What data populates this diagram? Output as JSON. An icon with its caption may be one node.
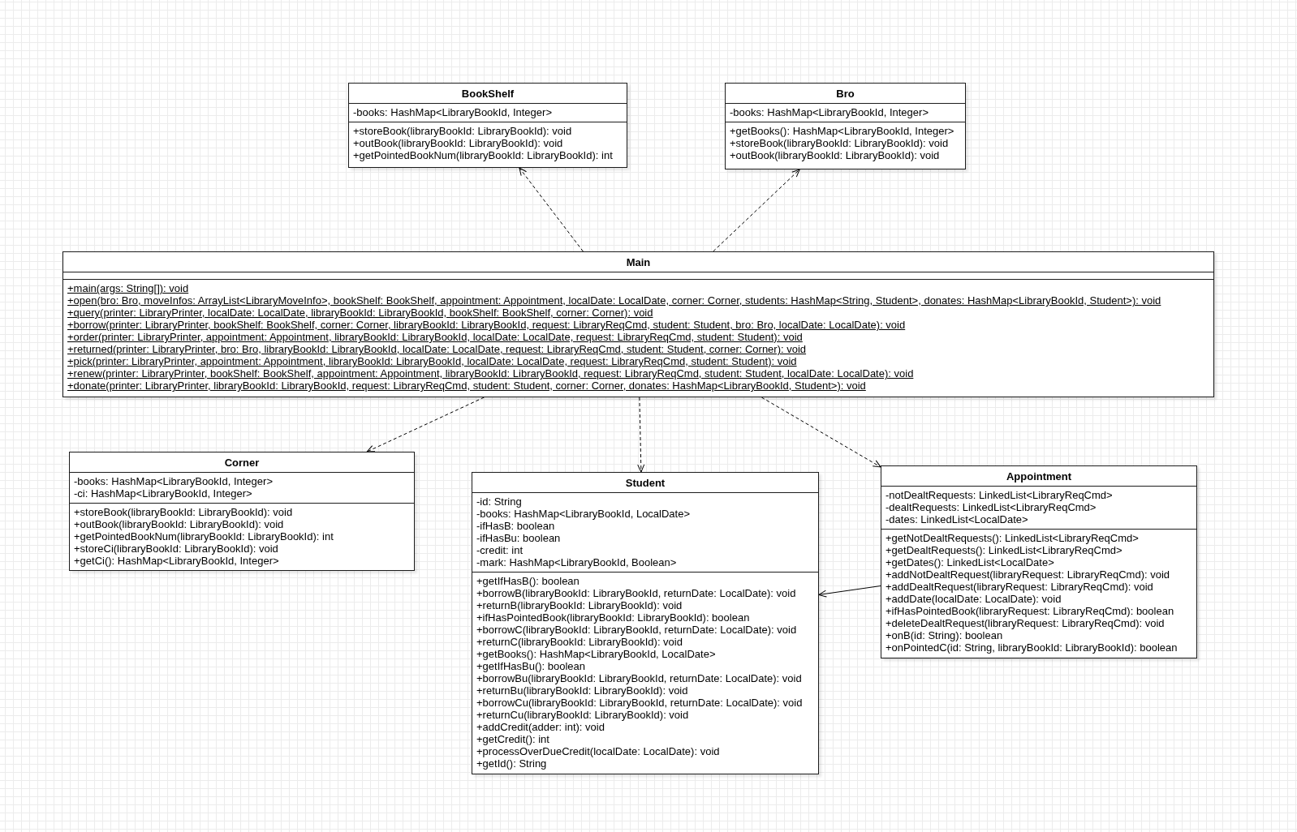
{
  "diagram": {
    "nodes": [
      {
        "text": [
          "BookShelf"
        ]
      },
      {
        "text": [
          "-books: HashMap<LibraryBookId, Integer>"
        ],
        "in": 0
      },
      {
        "text": [
          "+storeBook(libraryBookId: LibraryBookId): void",
          "+outBook(libraryBookId: LibraryBookId): void",
          "+getPointedBookNum(libraryBookId: LibraryBookId): int"
        ],
        "in": 0
      },
      {
        "text": [
          "Bro"
        ]
      },
      {
        "text": [
          "-books: HashMap<LibraryBookId, Integer>"
        ],
        "in": 3
      },
      {
        "text": [
          "+getBooks(): HashMap<LibraryBookId, Integer>",
          "+storeBook(libraryBookId: LibraryBookId): void",
          "+outBook(libraryBookId: LibraryBookId): void"
        ],
        "in": 3
      },
      {
        "text": [
          "Main"
        ]
      },
      {
        "text": [],
        "shape": "box",
        "in": 6
      },
      {
        "text": [
          "+main(args: String[]): void",
          "+open(bro: Bro, moveInfos: ArrayList<LibraryMoveInfo>, bookShelf: BookShelf, appointment: Appointment, localDate: LocalDate, corner: Corner, students: HashMap<String, Student>, donates: HashMap<LibraryBookId, Student>): void",
          "+query(printer: LibraryPrinter, localDate: LocalDate, libraryBookId: LibraryBookId, bookShelf: BookShelf, corner: Corner): void",
          "+borrow(printer: LibraryPrinter, bookShelf: BookShelf, corner: Corner, libraryBookId: LibraryBookId, request: LibraryReqCmd, student: Student, bro: Bro, localDate: LocalDate): void",
          "+order(printer: LibraryPrinter, appointment: Appointment, libraryBookId: LibraryBookId, localDate: LocalDate, request: LibraryReqCmd, student: Student): void",
          "+returned(printer: LibraryPrinter, bro: Bro, libraryBookId: LibraryBookId, localDate: LocalDate, request: LibraryReqCmd, student: Student, corner: Corner): void",
          "+pick(printer: LibraryPrinter, appointment: Appointment, libraryBookId: LibraryBookId, localDate: LocalDate, request: LibraryReqCmd, student: Student): void",
          "+renew(printer: LibraryPrinter, bookShelf: BookShelf, appointment: Appointment, libraryBookId: LibraryBookId, request: LibraryReqCmd, student: Student, localDate: LocalDate): void",
          "+donate(printer: LibraryPrinter, libraryBookId: LibraryBookId, request: LibraryReqCmd, student: Student, corner: Corner, donates: HashMap<LibraryBookId, Student>): void"
        ],
        "in": 6
      },
      {
        "text": [
          "Corner"
        ]
      },
      {
        "text": [
          "-books: HashMap<LibraryBookId, Integer>",
          "-ci: HashMap<LibraryBookId, Integer>"
        ],
        "in": 9
      },
      {
        "text": [
          "+storeBook(libraryBookId: LibraryBookId): void",
          "+outBook(libraryBookId: LibraryBookId): void",
          "+getPointedBookNum(libraryBookId: LibraryBookId): int",
          "+storeCi(libraryBookId: LibraryBookId): void",
          "+getCi(): HashMap<LibraryBookId, Integer>"
        ],
        "in": 9
      },
      {
        "text": [
          "Student"
        ]
      },
      {
        "text": [
          "-id: String",
          "-books: HashMap<LibraryBookId, LocalDate>",
          "-ifHasB: boolean",
          "-ifHasBu: boolean",
          "-credit: int",
          "-mark: HashMap<LibraryBookId, Boolean>"
        ],
        "in": 12
      },
      {
        "text": [
          "+getIfHasB(): boolean",
          "+borrowB(libraryBookId: LibraryBookId, returnDate: LocalDate): void",
          "+returnB(libraryBookId: LibraryBookId): void",
          "+ifHasPointedBook(libraryBookId: LibraryBookId): boolean",
          "+borrowC(libraryBookId: LibraryBookId, returnDate: LocalDate): void",
          "+returnC(libraryBookId: LibraryBookId): void",
          "+getBooks(): HashMap<LibraryBookId, LocalDate>",
          "+getIfHasBu(): boolean",
          "+borrowBu(libraryBookId: LibraryBookId, returnDate: LocalDate): void",
          "+returnBu(libraryBookId: LibraryBookId): void",
          "+borrowCu(libraryBookId: LibraryBookId, returnDate: LocalDate): void",
          "+returnCu(libraryBookId: LibraryBookId): void",
          "+addCredit(adder: int): void",
          "+getCredit(): int",
          "+processOverDueCredit(localDate: LocalDate): void",
          "+getId(): String"
        ],
        "in": 12
      },
      {
        "text": [
          "Appointment"
        ]
      },
      {
        "text": [
          "-notDealtRequests: LinkedList<LibraryReqCmd>",
          "-dealtRequests: LinkedList<LibraryReqCmd>",
          "-dates: LinkedList<LocalDate>"
        ],
        "in": 15
      },
      {
        "text": [
          "+getNotDealtRequests(): LinkedList<LibraryReqCmd>",
          "+getDealtRequests(): LinkedList<LibraryReqCmd>",
          "+getDates(): LinkedList<LocalDate>",
          "+addNotDealtRequest(libraryRequest: LibraryReqCmd): void",
          "+addDealtRequest(libraryRequest: LibraryReqCmd): void",
          "+addDate(localDate: LocalDate): void",
          "+ifHasPointedBook(libraryRequest: LibraryReqCmd): boolean",
          "+deleteDealtRequest(libraryRequest: LibraryReqCmd): void",
          "+onB(id: String): boolean",
          "+onPointedC(id: String, libraryBookId: LibraryBookId): boolean"
        ],
        "in": 15
      }
    ],
    "edges": [
      {
        "from": 6,
        "to": 0,
        "arrow": "to",
        "style": "dashed"
      },
      {
        "from": 6,
        "to": 3,
        "arrow": "to",
        "style": "dashed"
      },
      {
        "from": 6,
        "to": 9,
        "arrow": "to",
        "style": "dashed"
      },
      {
        "from": 6,
        "to": 12,
        "arrow": "to",
        "style": "dashed"
      },
      {
        "from": 6,
        "to": 15,
        "arrow": "to",
        "style": "dashed"
      },
      {
        "from": 15,
        "to": 12,
        "arrow": "to"
      }
    ]
  }
}
